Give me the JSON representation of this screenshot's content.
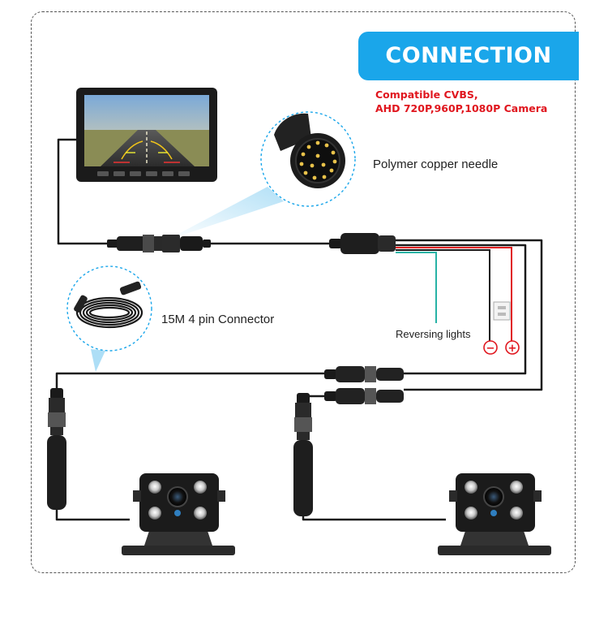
{
  "banner": {
    "title": "CONNECTION"
  },
  "compatibility": {
    "line1": "Compatible CVBS,",
    "line2": "AHD 720P,960P,1080P Camera"
  },
  "labels": {
    "needle": "Polymer copper needle",
    "connector": "15M 4 pin Connector",
    "reversing": "Reversing lights"
  },
  "polarity": {
    "negative": "−",
    "positive": "+"
  },
  "colors": {
    "banner": "#1aa6ea",
    "accent_red": "#e0161e",
    "wire_black": "#1a1a1a",
    "wire_teal": "#27b3a6",
    "callout_blue": "#8ad0f2"
  }
}
